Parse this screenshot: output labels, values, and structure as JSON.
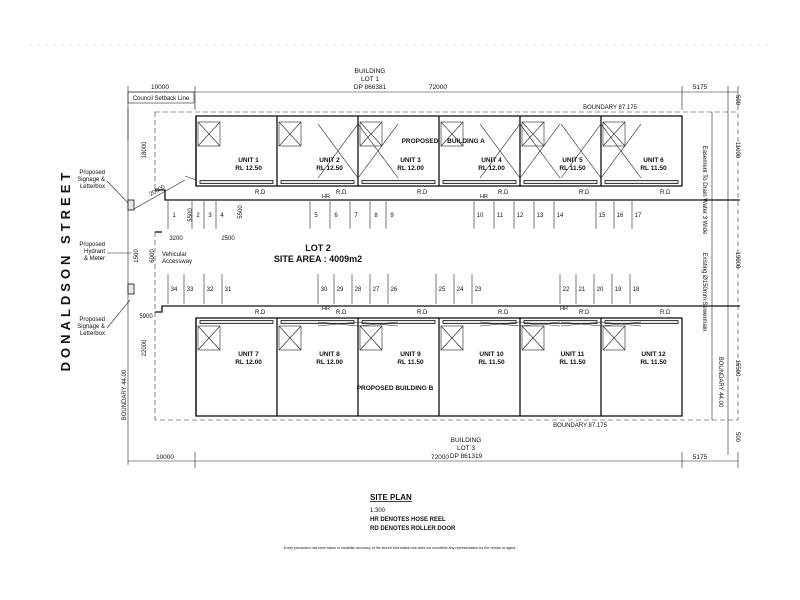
{
  "page_label": "",
  "site_plan": {
    "street": "DONALDSON STREET",
    "north_building": {
      "title": "BUILDING",
      "lot": "LOT 1",
      "dp": "DP 866381"
    },
    "south_building": {
      "title": "BUILDING",
      "lot": "LOT 3",
      "dp": "DP 861319"
    },
    "lot": {
      "name": "LOT 2",
      "area": "SITE AREA : 4009m2"
    },
    "dims": {
      "top_left": "10000",
      "top_mid": "72000",
      "top_right": "5175",
      "bottom_left": "10000",
      "bottom_mid": "72000",
      "bottom_right": "5175",
      "right_500_top": "500",
      "right_500_bottom": "500",
      "right_11000": "11000",
      "right_19000": "19000",
      "right_15500": "15500",
      "left_18000": "18000",
      "left_22000": "22000",
      "left_1500": "1500",
      "left_6000": "6000",
      "diag_20000": "20000",
      "d_3200": "3200",
      "d_5500a": "5500",
      "d_5500b": "5500",
      "d_2500": "2500",
      "d_5900": "5900"
    },
    "boundaries": {
      "north": "BOUNDARY 87.175",
      "south": "BOUNDARY 87.175",
      "west": "BOUNDARY 44.00",
      "east": "BOUNDARY 44.00"
    },
    "council_setback": "Council Setback Line",
    "easement": "Easement To Drain Water 3 Wide",
    "sewer": "Existing Ø150mm Sewermain",
    "left_notes": [
      {
        "l1": "Proposed",
        "l2": "Signage &",
        "l3": "Letterbox"
      },
      {
        "l1": "Proposed",
        "l2": "Hydrant",
        "l3": "& Meter"
      },
      {
        "l1": "Proposed",
        "l2": "Signage &",
        "l3": "Letterbox"
      }
    ],
    "vehicular": {
      "l1": "Vehicular",
      "l2": "Accessway"
    },
    "building_a": {
      "p1": "PROPOSED",
      "p2": "BUILDING A"
    },
    "building_b": "PROPOSED BUILDING B",
    "units_top": [
      {
        "name": "UNIT 1",
        "rl": "RL 12.50"
      },
      {
        "name": "UNIT 2",
        "rl": "RL 12.50"
      },
      {
        "name": "UNIT 3",
        "rl": "RL 12.00"
      },
      {
        "name": "UNIT 4",
        "rl": "RL 12.00"
      },
      {
        "name": "UNIT 5",
        "rl": "RL 11.50"
      },
      {
        "name": "UNIT 6",
        "rl": "RL 11.50"
      }
    ],
    "units_bottom": [
      {
        "name": "UNIT 7",
        "rl": "RL 12.00"
      },
      {
        "name": "UNIT 8",
        "rl": "RL 12.00"
      },
      {
        "name": "UNIT 9",
        "rl": "RL 11.50"
      },
      {
        "name": "UNIT 10",
        "rl": "RL 11.50"
      },
      {
        "name": "UNIT 11",
        "rl": "RL 11.50"
      },
      {
        "name": "UNIT 12",
        "rl": "RL 11.50"
      }
    ],
    "rd": "R.D",
    "hr": "HR",
    "spaces_top": [
      "1",
      "2",
      "3",
      "4",
      "5",
      "6",
      "7",
      "8",
      "9",
      "10",
      "11",
      "12",
      "13",
      "14",
      "15",
      "16",
      "17"
    ],
    "spaces_bottom": [
      "34",
      "33",
      "32",
      "31",
      "30",
      "29",
      "28",
      "27",
      "26",
      "25",
      "24",
      "23",
      "22",
      "21",
      "20",
      "19",
      "18"
    ],
    "legend": {
      "title": "SITE PLAN",
      "scale": "1:300",
      "hr_note": "HR DENOTES HOSE REEL",
      "rd_note": "RD DENOTES ROLLER DOOR"
    },
    "footnote": "Every precaution has been taken to establish accuracy of the stored information but does not constitute any representation by the vendor or agent."
  }
}
